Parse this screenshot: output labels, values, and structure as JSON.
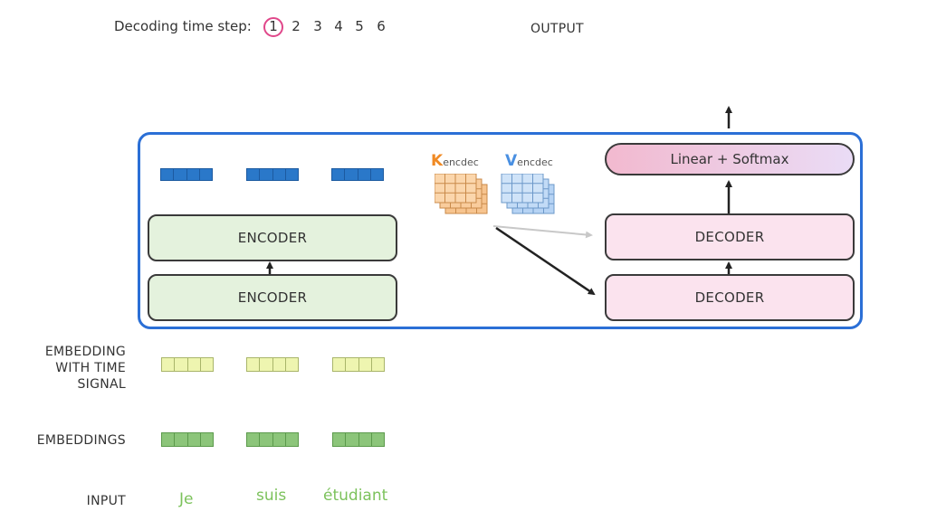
{
  "header": {
    "timestep_label": "Decoding time step:",
    "steps": [
      "1",
      "2",
      "3",
      "4",
      "5",
      "6"
    ],
    "active_step": "1",
    "output_label": "OUTPUT"
  },
  "blocks": {
    "encoder_top": "ENCODER",
    "encoder_bottom": "ENCODER",
    "decoder_top": "DECODER",
    "decoder_bottom": "DECODER",
    "linear_softmax": "Linear + Softmax"
  },
  "kv": {
    "k_main": "K",
    "k_sub": "encdec",
    "v_main": "V",
    "v_sub": "encdec",
    "k_color": "#f08a24",
    "v_color": "#4a90e2"
  },
  "rows": {
    "embedding_time_line1": "EMBEDDING",
    "embedding_time_line2": "WITH TIME",
    "embedding_time_line3": "SIGNAL",
    "embeddings": "EMBEDDINGS",
    "input": "INPUT"
  },
  "input_words": [
    "Je",
    "suis",
    "étudiant"
  ],
  "colors": {
    "frame": "#2b6fd6",
    "step_ring": "#e0478a",
    "encoder_fill": "#e4f2dd",
    "decoder_fill": "#fbe3ee",
    "input_word": "#7cc25c",
    "encoder_output_vector": "#2a78c9",
    "time_signal_vector": "#eef5b0",
    "embedding_vector": "#8cc57a"
  }
}
